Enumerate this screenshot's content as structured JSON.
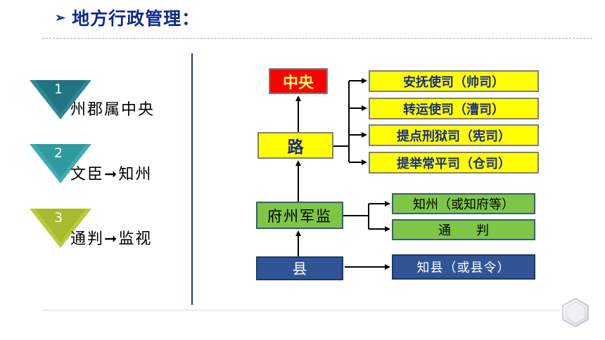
{
  "title": "地方行政管理：",
  "left_items": [
    {
      "num": "1",
      "text": "州郡属中央",
      "color": "#1a7b8c"
    },
    {
      "num": "2",
      "text": "文臣➞知州",
      "color": "#2aa3a8"
    },
    {
      "num": "3",
      "text": "通判➞监视",
      "color": "#b5c832"
    }
  ],
  "diagram": {
    "central": "中央",
    "lu": "路",
    "lu_offices": [
      "安抚使司（帅司）",
      "转运使司（漕司）",
      "提点刑狱司（宪司）",
      "提举常平司（仓司）"
    ],
    "fu_zhou_jun_jian": "府州军监",
    "fz_offices": [
      "知州（或知府等）",
      "通　　判"
    ],
    "xian": "县",
    "xian_office": "知县（或县令）"
  }
}
